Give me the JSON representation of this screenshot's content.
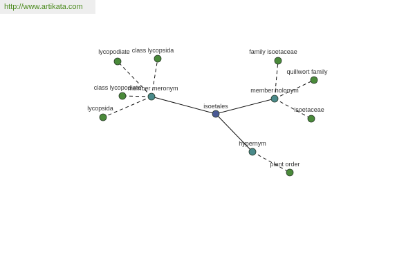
{
  "watermark": "http://www.artikata.com",
  "colors": {
    "root": "#4a5a95",
    "relation": "#4a8a8a",
    "leaf": "#4a8a3a",
    "node_stroke": "#2a3a2a",
    "edge": "#111111"
  },
  "diagram": {
    "nodes": [
      {
        "id": "isoetales",
        "label": "isoetales",
        "kind": "root"
      },
      {
        "id": "member-meronym",
        "label": "member meronym",
        "kind": "relation"
      },
      {
        "id": "member-holonym",
        "label": "member holonym",
        "kind": "relation"
      },
      {
        "id": "hypernym",
        "label": "hypernym",
        "kind": "relation"
      },
      {
        "id": "lycopodiate",
        "label": "lycopodiate",
        "kind": "leaf"
      },
      {
        "id": "class-lycopsida-1",
        "label": "class lycopsida",
        "kind": "leaf"
      },
      {
        "id": "class-lycopodiate",
        "label": "class lycopodiate",
        "kind": "leaf"
      },
      {
        "id": "lycopsida",
        "label": "lycopsida",
        "kind": "leaf"
      },
      {
        "id": "family-isoetaceae",
        "label": "family isoetaceae",
        "kind": "leaf"
      },
      {
        "id": "quillwort-family",
        "label": "quillwort family",
        "kind": "leaf"
      },
      {
        "id": "isoetaceae",
        "label": "isoetaceae",
        "kind": "leaf"
      },
      {
        "id": "plant-order",
        "label": "plant order",
        "kind": "leaf"
      }
    ],
    "edges": [
      {
        "from": "isoetales",
        "to": "member-meronym",
        "style": "solid"
      },
      {
        "from": "isoetales",
        "to": "member-holonym",
        "style": "solid"
      },
      {
        "from": "isoetales",
        "to": "hypernym",
        "style": "solid"
      },
      {
        "from": "member-meronym",
        "to": "lycopodiate",
        "style": "dashed"
      },
      {
        "from": "member-meronym",
        "to": "class-lycopsida-1",
        "style": "dashed"
      },
      {
        "from": "member-meronym",
        "to": "class-lycopodiate",
        "style": "dashed"
      },
      {
        "from": "member-meronym",
        "to": "lycopsida",
        "style": "dashed"
      },
      {
        "from": "member-holonym",
        "to": "family-isoetaceae",
        "style": "dashed"
      },
      {
        "from": "member-holonym",
        "to": "quillwort-family",
        "style": "dashed"
      },
      {
        "from": "member-holonym",
        "to": "isoetaceae",
        "style": "dashed"
      },
      {
        "from": "hypernym",
        "to": "plant-order",
        "style": "dashed"
      }
    ]
  }
}
